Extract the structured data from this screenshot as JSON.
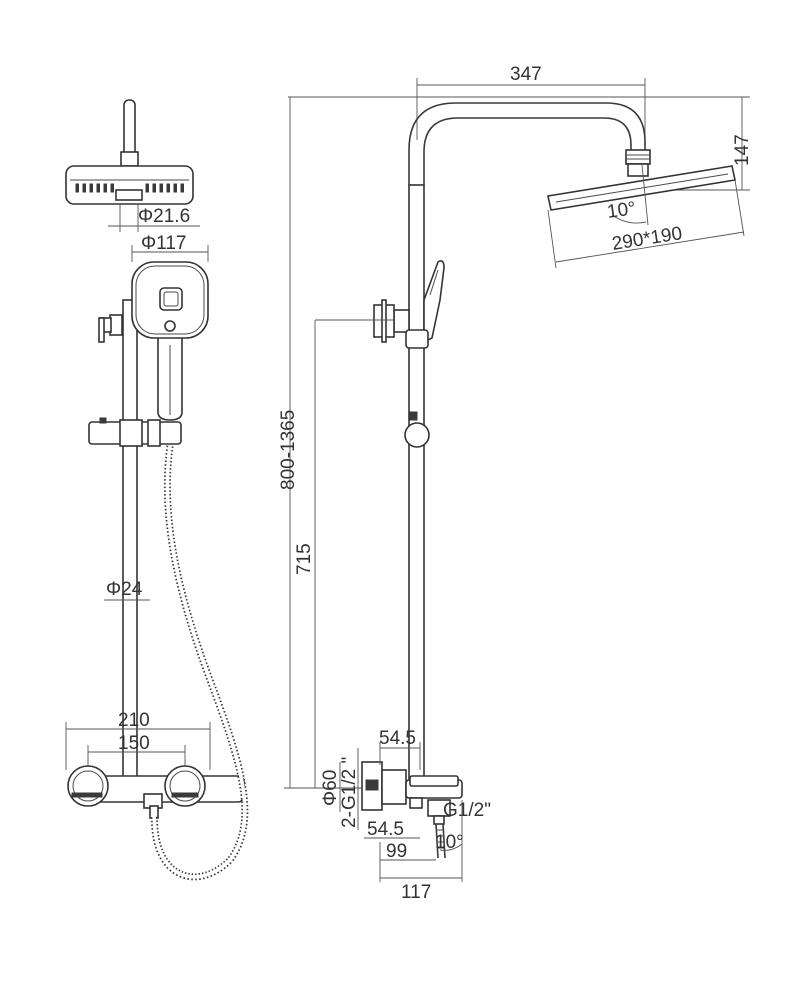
{
  "front_view": {
    "dim_outlet_diameter": "Φ21.6",
    "dim_hand_shower_diameter": "Φ117",
    "dim_rail_diameter": "Φ24",
    "dim_mixer_width": "210",
    "dim_mixer_center": "150"
  },
  "side_view": {
    "dim_arm_reach": "347",
    "dim_head_height": "147",
    "dim_head_tilt": "10°",
    "dim_head_size": "290*190",
    "dim_total_height": "800-1365",
    "dim_mixer_to_holder": "715",
    "dim_escutcheon_top": "54.5",
    "dim_escutcheon_diameter": "Φ60",
    "dim_inlet_thread_1": "G1/2 \"",
    "dim_inlet_count": "2-",
    "dim_spout_thread": "G1/2\"",
    "dim_escutcheon_bottom": "54.5",
    "dim_spout_offset": "99",
    "dim_spout_angle": "10°",
    "dim_mixer_depth": "117"
  },
  "colors": {
    "line": "#3a3a3a",
    "background": "#ffffff"
  }
}
